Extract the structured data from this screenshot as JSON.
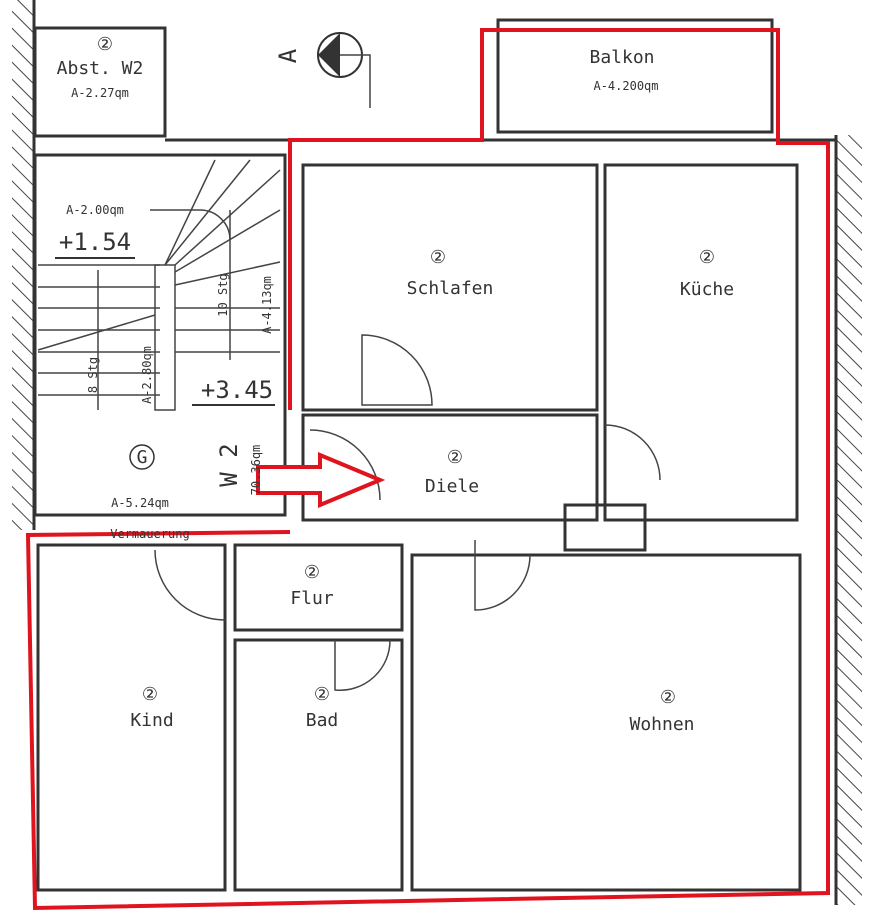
{
  "plan": {
    "unit_marker": "②",
    "accent_color": "#e0141e",
    "rooms": [
      {
        "id": "abst",
        "name": "Abst. W2",
        "area": "A-2.27qm"
      },
      {
        "id": "balkon",
        "name": "Balkon",
        "area": "A-4.200qm"
      },
      {
        "id": "schlafen",
        "name": "Schlafen"
      },
      {
        "id": "kueche",
        "name": "Küche"
      },
      {
        "id": "diele",
        "name": "Diele"
      },
      {
        "id": "flur",
        "name": "Flur"
      },
      {
        "id": "kind",
        "name": "Kind"
      },
      {
        "id": "bad",
        "name": "Bad"
      },
      {
        "id": "wohnen",
        "name": "Wohnen"
      }
    ],
    "stairwell": {
      "marker": "G",
      "area": "A-5.24qm",
      "area_landing": "A-2.00qm",
      "area_flight1": "A-2.80qm",
      "area_flight2": "A-4.13qm",
      "level1": "+1.54",
      "level2": "+3.45",
      "steps1": "8 Stg",
      "steps2": "10 Stg",
      "bottom_note": "Vermauerung"
    },
    "apartment": {
      "label": "W 2",
      "area": "70.36qm"
    },
    "section_marker": "A"
  }
}
